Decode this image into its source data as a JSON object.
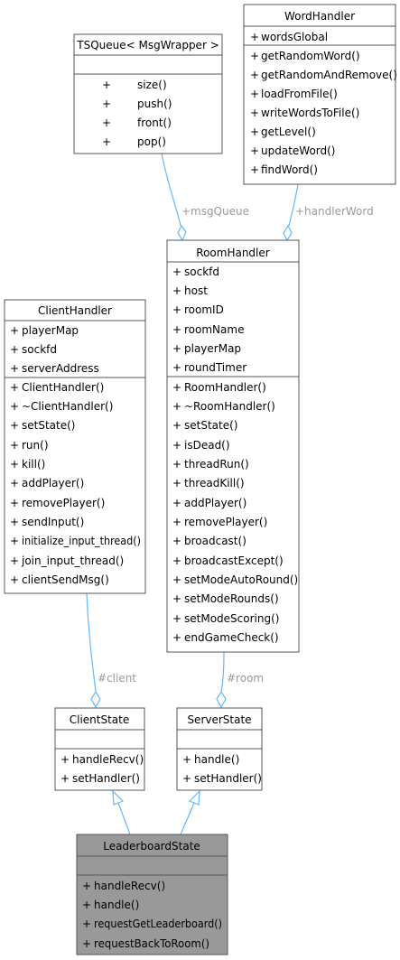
{
  "classes": [
    {
      "id": "tsqueue",
      "title": "TSQueue< MsgWrapper >",
      "attributes": [],
      "methods": [
        {
          "vis": "+",
          "name": "size()"
        },
        {
          "vis": "+",
          "name": "push()"
        },
        {
          "vis": "+",
          "name": "front()"
        },
        {
          "vis": "+",
          "name": "pop()"
        }
      ]
    },
    {
      "id": "wordhandler",
      "title": "WordHandler",
      "attributes": [
        {
          "vis": "+",
          "name": "wordsGlobal"
        }
      ],
      "methods": [
        {
          "vis": "+",
          "name": "getRandomWord()"
        },
        {
          "vis": "+",
          "name": "getRandomAndRemove()"
        },
        {
          "vis": "+",
          "name": "loadFromFile()"
        },
        {
          "vis": "+",
          "name": "writeWordsToFile()"
        },
        {
          "vis": "+",
          "name": "getLevel()"
        },
        {
          "vis": "+",
          "name": "updateWord()"
        },
        {
          "vis": "+",
          "name": "findWord()"
        }
      ]
    },
    {
      "id": "roomhandler",
      "title": "RoomHandler",
      "attributes": [
        {
          "vis": "+",
          "name": "sockfd"
        },
        {
          "vis": "+",
          "name": "host"
        },
        {
          "vis": "+",
          "name": "roomID"
        },
        {
          "vis": "+",
          "name": "roomName"
        },
        {
          "vis": "+",
          "name": "playerMap"
        },
        {
          "vis": "+",
          "name": "roundTimer"
        }
      ],
      "methods": [
        {
          "vis": "+",
          "name": "RoomHandler()"
        },
        {
          "vis": "+",
          "name": "~RoomHandler()"
        },
        {
          "vis": "+",
          "name": "setState()"
        },
        {
          "vis": "+",
          "name": "isDead()"
        },
        {
          "vis": "+",
          "name": "threadRun()"
        },
        {
          "vis": "+",
          "name": "threadKill()"
        },
        {
          "vis": "+",
          "name": "addPlayer()"
        },
        {
          "vis": "+",
          "name": "removePlayer()"
        },
        {
          "vis": "+",
          "name": "broadcast()"
        },
        {
          "vis": "+",
          "name": "broadcastExcept()"
        },
        {
          "vis": "+",
          "name": "setModeAutoRound()"
        },
        {
          "vis": "+",
          "name": "setModeRounds()"
        },
        {
          "vis": "+",
          "name": "setModeScoring()"
        },
        {
          "vis": "+",
          "name": "endGameCheck()"
        }
      ]
    },
    {
      "id": "clienthandler",
      "title": "ClientHandler",
      "attributes": [
        {
          "vis": "+",
          "name": "playerMap"
        },
        {
          "vis": "+",
          "name": "sockfd"
        },
        {
          "vis": "+",
          "name": "serverAddress"
        }
      ],
      "methods": [
        {
          "vis": "+",
          "name": "ClientHandler()"
        },
        {
          "vis": "+",
          "name": "~ClientHandler()"
        },
        {
          "vis": "+",
          "name": "setState()"
        },
        {
          "vis": "+",
          "name": "run()"
        },
        {
          "vis": "+",
          "name": "kill()"
        },
        {
          "vis": "+",
          "name": "addPlayer()"
        },
        {
          "vis": "+",
          "name": "removePlayer()"
        },
        {
          "vis": "+",
          "name": "sendInput()"
        },
        {
          "vis": "+",
          "name": "initialize_input_thread()"
        },
        {
          "vis": "+",
          "name": "join_input_thread()"
        },
        {
          "vis": "+",
          "name": "clientSendMsg()"
        }
      ]
    },
    {
      "id": "clientstate",
      "title": "ClientState",
      "attributes": [],
      "methods": [
        {
          "vis": "+",
          "name": "handleRecv()"
        },
        {
          "vis": "+",
          "name": "setHandler()"
        }
      ]
    },
    {
      "id": "serverstate",
      "title": "ServerState",
      "attributes": [],
      "methods": [
        {
          "vis": "+",
          "name": "handle()"
        },
        {
          "vis": "+",
          "name": "setHandler()"
        }
      ]
    },
    {
      "id": "leaderboardstate",
      "title": "LeaderboardState",
      "attributes": [],
      "methods": [
        {
          "vis": "+",
          "name": "handleRecv()"
        },
        {
          "vis": "+",
          "name": "handle()"
        },
        {
          "vis": "+",
          "name": "requestGetLeaderboard()"
        },
        {
          "vis": "+",
          "name": "requestBackToRoom()"
        }
      ]
    }
  ],
  "relations": [
    {
      "id": "rel-msgqueue",
      "type": "composition",
      "from": "tsqueue",
      "to": "roomhandler",
      "label": "+msgQueue"
    },
    {
      "id": "rel-handlerword",
      "type": "composition",
      "from": "wordhandler",
      "to": "roomhandler",
      "label": "+handlerWord"
    },
    {
      "id": "rel-client",
      "type": "composition",
      "from": "clienthandler",
      "to": "clientstate",
      "label": "#client"
    },
    {
      "id": "rel-room",
      "type": "composition",
      "from": "roomhandler",
      "to": "serverstate",
      "label": "#room"
    },
    {
      "id": "rel-inherit-client",
      "type": "inheritance",
      "from": "leaderboardstate",
      "to": "clientstate",
      "label": ""
    },
    {
      "id": "rel-inherit-server",
      "type": "inheritance",
      "from": "leaderboardstate",
      "to": "serverstate",
      "label": ""
    }
  ],
  "colors": {
    "edge": "#63b8ff",
    "box_border": "#555555",
    "highlight_fill": "#999999",
    "edge_label": "#9a9a9a"
  }
}
